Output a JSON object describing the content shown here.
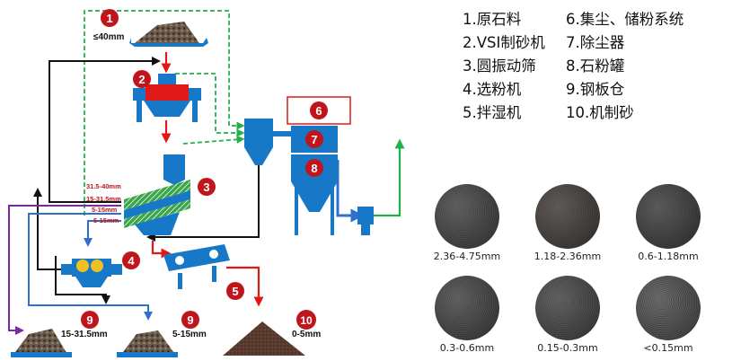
{
  "legend": [
    "1.原石料",
    "2.VSI制砂机",
    "3.圆振动筛",
    "4.选粉机",
    "5.拌湿机",
    "6.集尘、储粉系统",
    "7.除尘器",
    "8.石粉罐",
    "9.钢板仓",
    "10.机制砂"
  ],
  "badges": {
    "b1": "1",
    "b2": "2",
    "b3": "3",
    "b4": "4",
    "b5": "5",
    "b6": "6",
    "b7": "7",
    "b8": "8",
    "b9a": "9",
    "b9b": "9",
    "b10": "10"
  },
  "labels": {
    "feed_size": "≤40mm",
    "screen_1": "31.5-40mm",
    "screen_2": "15-31.5mm",
    "screen_3": "5-15mm",
    "screen_4": "5-15mm",
    "bin_1": "15-31.5mm",
    "bin_2": "5-15mm",
    "bin_3": "0-5mm"
  },
  "samples": [
    {
      "caption": "2.36-4.75mm",
      "color": "#4a4a4a"
    },
    {
      "caption": "1.18-2.36mm",
      "color": "#4a3e38"
    },
    {
      "caption": "0.6-1.18mm",
      "color": "#3e3e3e"
    },
    {
      "caption": "0.3-0.6mm",
      "color": "#494c4a"
    },
    {
      "caption": "0.15-0.3mm",
      "color": "#4f4e4d"
    },
    {
      "caption": "<0.15mm",
      "color": "#5c5e5e"
    }
  ],
  "colors": {
    "machine_blue": "#1878c8",
    "badge_red": "#c0161b",
    "flow_red": "#e01818",
    "flow_green": "#22b04a",
    "flow_black": "#111111",
    "flow_blue": "#2f6fd0",
    "flow_purple": "#7a2a9a",
    "screen_green": "#3aa64a"
  }
}
